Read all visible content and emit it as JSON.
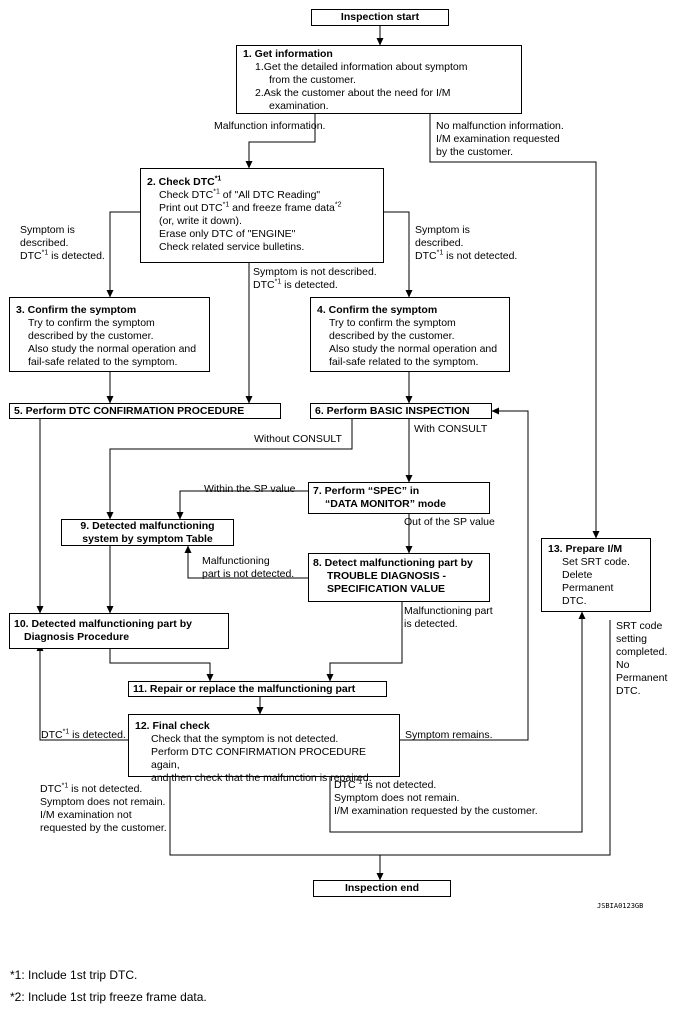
{
  "boxes": {
    "start": "Inspection start",
    "b1": {
      "title": "1. Get information",
      "l1": "1.Get the detailed information about symptom",
      "l2": "from the customer.",
      "l3": "2.Ask the customer about the need for I/M",
      "l4": "examination."
    },
    "b2": {
      "title_pre": "2. Check DTC",
      "title_sup": "*1",
      "l1_pre": "Check DTC",
      "l1_sup": "*1",
      "l1_post": " of \"All DTC Reading\"",
      "l2_pre": "Print out DTC",
      "l2_sup1": "*1",
      "l2_mid": " and freeze frame data",
      "l2_sup2": "*2",
      "l3": "(or, write it down).",
      "l4": "Erase only DTC of \"ENGINE\"",
      "l5": "Check related service bulletins."
    },
    "b3": {
      "title": "3. Confirm the symptom",
      "l1": "Try to confirm the symptom",
      "l2": "described by the customer.",
      "l3": "Also study the normal operation and",
      "l4": "fail-safe related to the symptom."
    },
    "b4": {
      "title": "4. Confirm the symptom",
      "l1": "Try to confirm the symptom",
      "l2": "described by the customer.",
      "l3": "Also study the normal operation and",
      "l4": "fail-safe related to the symptom."
    },
    "b5": "5. Perform DTC CONFIRMATION PROCEDURE",
    "b6": "6. Perform BASIC INSPECTION",
    "b7": {
      "l1": "7. Perform “SPEC” in",
      "l2": "“DATA MONITOR” mode"
    },
    "b8": {
      "l1": "8. Detect malfunctioning part by",
      "l2": "TROUBLE DIAGNOSIS -",
      "l3": "SPECIFICATION VALUE"
    },
    "b9": {
      "l1": "9. Detected malfunctioning",
      "l2": "system by symptom Table"
    },
    "b10": {
      "l1": "10. Detected malfunctioning part by",
      "l2": "Diagnosis Procedure"
    },
    "b11": "11. Repair or replace the malfunctioning part",
    "b12": {
      "title": "12. Final check",
      "l1": "Check that the symptom is not detected.",
      "l2": "Perform DTC CONFIRMATION PROCEDURE again,",
      "l3": "and then check that the malfunction is repaired."
    },
    "b13": {
      "title": "13. Prepare I/M",
      "l1": "Set SRT code.",
      "l2": "Delete",
      "l3": "Permanent",
      "l4": "DTC."
    },
    "end": "Inspection end"
  },
  "labels": {
    "malfunction_info": "Malfunction information.",
    "no_malfunction": {
      "l1": "No malfunction information.",
      "l2": "I/M examination requested",
      "l3": "by the customer."
    },
    "sym_desc_left": {
      "l1": "Symptom is",
      "l2": "described.",
      "l3_pre": "DTC",
      "l3_sup": "*1",
      "l3_post": " is detected."
    },
    "sym_desc_right": {
      "l1": "Symptom is",
      "l2": "described.",
      "l3_pre": "DTC",
      "l3_sup": "*1",
      "l3_post": " is not detected."
    },
    "sym_not_desc": {
      "l1": "Symptom is not described.",
      "l2_pre": "DTC",
      "l2_sup": "*1",
      "l2_post": " is detected."
    },
    "without_consult": "Without CONSULT",
    "with_consult": "With CONSULT",
    "within_sp": "Within the SP value",
    "out_sp": "Out of the SP value",
    "malf_not_detected": {
      "l1": "Malfunctioning",
      "l2": "part is not detected."
    },
    "malf_detected": {
      "l1": "Malfunctioning part",
      "l2": "is detected."
    },
    "dtc_detected": {
      "pre": "DTC",
      "sup": "*1",
      "post": " is detected."
    },
    "symptom_remains": "Symptom remains.",
    "srt_done": {
      "l1": "SRT code",
      "l2": "setting",
      "l3": "completed.",
      "l4": "No",
      "l5": "Permanent",
      "l6": "DTC."
    },
    "left_end": {
      "l1_pre": "DTC",
      "l1_sup": "*1",
      "l1_post": " is not detected.",
      "l2": "Symptom does not remain.",
      "l3": "I/M examination not",
      "l4": "requested by the customer."
    },
    "right_end": {
      "l1_pre": "DTC",
      "l1_sup": "*1",
      "l1_post": " is not detected.",
      "l2": "Symptom does not remain.",
      "l3": "I/M examination requested by the customer."
    }
  },
  "image_code": "JSBIA0123GB",
  "footnotes": {
    "f1": "*1: Include 1st trip DTC.",
    "f2": "*2: Include 1st trip freeze frame data."
  }
}
